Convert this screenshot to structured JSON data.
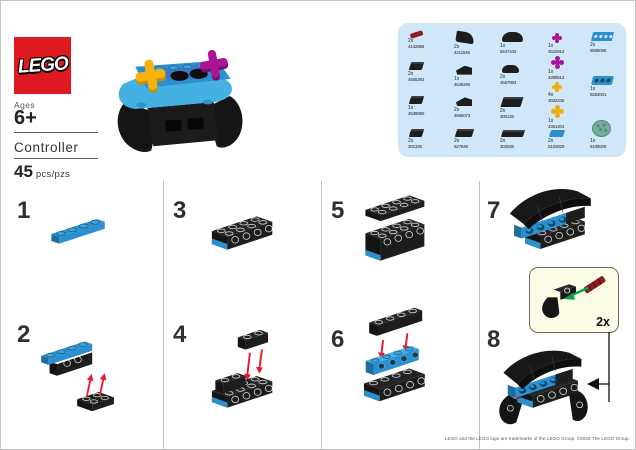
{
  "header": {
    "logo_text": "LEGO",
    "ages_label": "Ages",
    "ages_value": "6+",
    "model_name": "Controller",
    "piece_count": "45",
    "piece_count_unit": "pcs/pzs"
  },
  "parts_box": {
    "columns": [
      {
        "items": [
          {
            "qty": "2x",
            "part_no": "4142865",
            "shape": "bar-red"
          },
          {
            "qty": "2x",
            "part_no": "4565393",
            "shape": "black-plate-modified"
          },
          {
            "qty": "1x",
            "part_no": "4539880",
            "shape": "black-brick-1x2"
          },
          {
            "qty": "2x",
            "part_no": "301326",
            "shape": "black-brick-1x2"
          }
        ]
      },
      {
        "items": [
          {
            "qty": "2x",
            "part_no": "4211546",
            "shape": "black-wing-grip"
          },
          {
            "qty": "1x",
            "part_no": "4546266",
            "shape": "black-wedge-plate"
          },
          {
            "qty": "2x",
            "part_no": "4565073",
            "shape": "black-wedge"
          },
          {
            "qty": "2x",
            "part_no": "627949",
            "shape": "black-plate-1x2"
          }
        ]
      },
      {
        "items": [
          {
            "qty": "1x",
            "part_no": "5447443",
            "shape": "black-curved-slope"
          },
          {
            "qty": "2x",
            "part_no": "4567993",
            "shape": "black-curved-slope-small"
          },
          {
            "qty": "2x",
            "part_no": "300126",
            "shape": "black-brick-1x4"
          },
          {
            "qty": "2x",
            "part_no": "302026",
            "shape": "black-plate-2x4"
          }
        ]
      },
      {
        "items": [
          {
            "qty": "1x",
            "part_no": "4522914",
            "shape": "magenta-flower-small"
          },
          {
            "qty": "1x",
            "part_no": "4399514",
            "shape": "magenta-flower"
          },
          {
            "qty": "4x",
            "part_no": "4502236",
            "shape": "yellow-flower-small"
          },
          {
            "qty": "1x",
            "part_no": "4361204",
            "shape": "yellow-flower"
          },
          {
            "qty": "2x",
            "part_no": "6102829",
            "shape": "azure-plate-1x2"
          }
        ]
      },
      {
        "items": [
          {
            "qty": "2x",
            "part_no": "6556096",
            "shape": "azure-brick-1x4-side-studs"
          },
          {
            "qty": "1x",
            "part_no": "6253001",
            "shape": "azure-technic-brick-1x4"
          },
          {
            "qty": "1x",
            "part_no": "6108828",
            "shape": "teal-round-plate"
          }
        ]
      }
    ]
  },
  "steps": [
    {
      "number": "1"
    },
    {
      "number": "2"
    },
    {
      "number": "3"
    },
    {
      "number": "4"
    },
    {
      "number": "5"
    },
    {
      "number": "6"
    },
    {
      "number": "7"
    },
    {
      "number": "8"
    }
  ],
  "step8_callout": {
    "count_label": "2x"
  },
  "footer": {
    "legal": "LEGO and the LEGO logo are trademarks of the LEGO Group. ©2025 The LEGO Group."
  },
  "colors": {
    "lego_red": "#dd1a21",
    "azure": "#2b8fd0",
    "azure_light": "#45b0e2",
    "yellow": "#f6b40b",
    "magenta": "#aa1596",
    "black_part": "#1d1d1d",
    "red_bar": "#8f1f1f",
    "arrow_red": "#e8192c",
    "arrow_green": "#0ba24f",
    "teal_round": "#74ae9e",
    "parts_box_bg": "#cfe7f8",
    "callout_bg": "#fcfce6"
  }
}
